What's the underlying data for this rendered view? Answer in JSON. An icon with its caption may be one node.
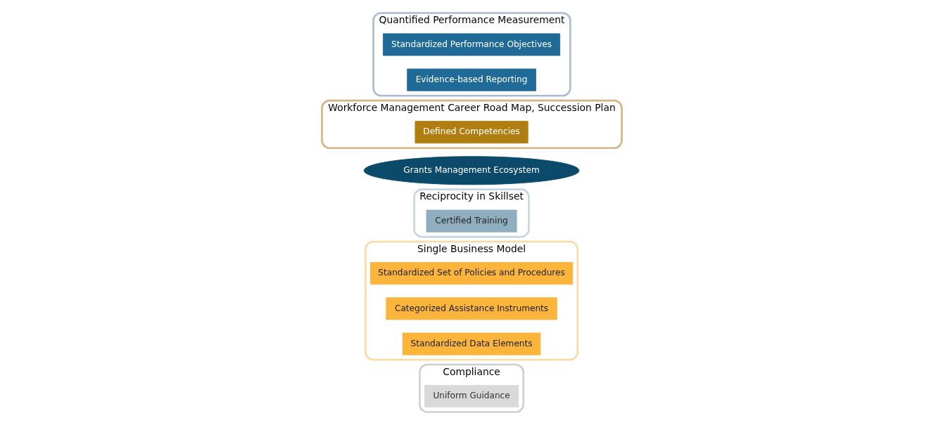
{
  "diagram": {
    "nodes": [
      {
        "text": [
          "Compliance"
        ]
      },
      {
        "text": [
          "Uniform Guidance"
        ],
        "in": 0
      },
      {
        "text": [
          "Single Business Model"
        ]
      },
      {
        "text": [
          "Standardized Set of Policies and Procedures"
        ],
        "in": 2
      },
      {
        "text": [
          "Categorized Assistance Instruments"
        ],
        "in": 2
      },
      {
        "text": [
          "Reciprocity in Skillset"
        ]
      },
      {
        "text": [
          "Certified Training"
        ],
        "in": 5
      },
      {
        "text": [
          "Grants Management Ecosystem"
        ]
      },
      {
        "text": [
          "Workforce Management Career Road Map, Succession Plan"
        ]
      },
      {
        "text": [
          "Defined Competencies"
        ],
        "in": 8
      },
      {
        "text": [
          "Standardized Data Elements"
        ],
        "in": 2
      },
      {
        "text": [
          "Quantified Performance Measurement"
        ]
      },
      {
        "text": [
          "Standardized Performance Objectives"
        ],
        "in": 11
      },
      {
        "text": [
          "Evidence-based Reporting"
        ],
        "in": 11
      }
    ],
    "edges": []
  }
}
